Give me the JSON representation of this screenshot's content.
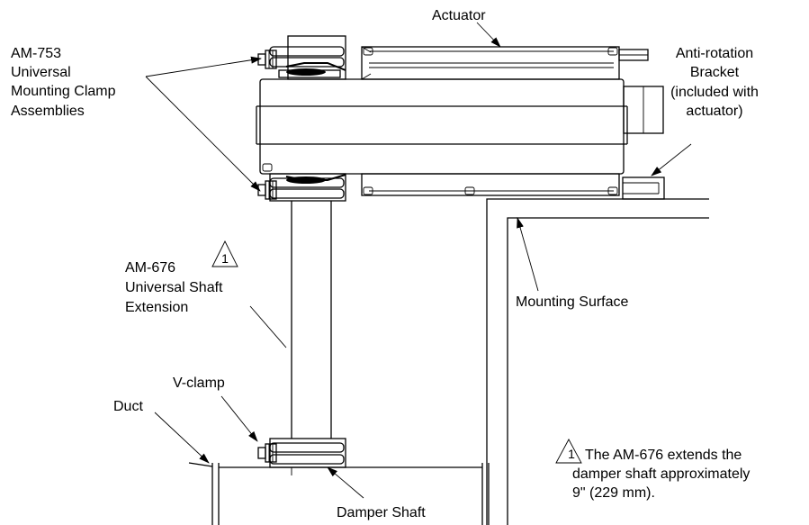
{
  "labels": {
    "actuator": "Actuator",
    "clamp_line1": "AM-753",
    "clamp_line2": "Universal",
    "clamp_line3": "Mounting Clamp",
    "clamp_line4": "Assemblies",
    "bracket_line1": "Anti-rotation",
    "bracket_line2": "Bracket",
    "bracket_line3": "(included with",
    "bracket_line4": "actuator)",
    "extension_line1": "AM-676",
    "extension_line2": "Universal Shaft",
    "extension_line3": "Extension",
    "mounting_surface": "Mounting Surface",
    "vclamp": "V-clamp",
    "duct": "Duct",
    "damper_shaft": "Damper Shaft"
  },
  "note": {
    "marker": "1",
    "line1": "The AM-676 extends the",
    "line2": "damper shaft approximately",
    "line3": "9\" (229 mm)."
  },
  "colors": {
    "ink": "#000000",
    "paper": "#ffffff"
  }
}
